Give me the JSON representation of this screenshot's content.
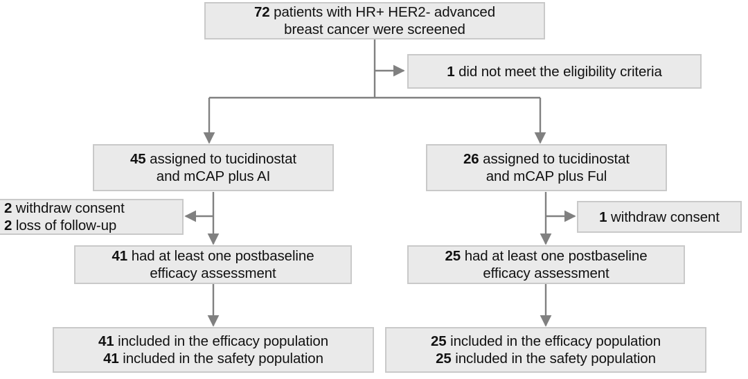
{
  "figure": {
    "type": "flowchart",
    "title": "CONSORT-style patient disposition flow diagram",
    "colors": {
      "box_fill": "#eaeaea",
      "box_border": "#c9c9c9",
      "connector": "#808080",
      "text": "#111111",
      "background": "#ffffff"
    }
  },
  "nodes": {
    "screened": {
      "line1_number": "72",
      "line1_text": " patients with HR+ HER2- advanced",
      "line2_text": "breast cancer were screened"
    },
    "ineligible": {
      "line1_number": "1",
      "line1_text": " did not meet the eligibility criteria"
    },
    "assigned_left": {
      "line1_number": "45",
      "line1_text": " assigned to tucidinostat",
      "line2_text": "and mCAP plus AI"
    },
    "assigned_right": {
      "line1_number": "26",
      "line1_text": " assigned to tucidinostat",
      "line2_text": "and mCAP plus Ful"
    },
    "dropout_left": {
      "line1_number": "2",
      "line1_text": " withdraw consent",
      "line2_number": "2",
      "line2_text": " loss of follow-up"
    },
    "dropout_right": {
      "line1_number": "1",
      "line1_text": " withdraw consent"
    },
    "postbaseline_left": {
      "line1_number": "41",
      "line1_text": " had at least one postbaseline",
      "line2_text": "efficacy assessment"
    },
    "postbaseline_right": {
      "line1_number": "25",
      "line1_text": " had at least one postbaseline",
      "line2_text": "efficacy assessment"
    },
    "population_left": {
      "line1_number": "41",
      "line1_text": " included in the efficacy population",
      "line2_number": "41",
      "line2_text": " included in the safety population"
    },
    "population_right": {
      "line1_number": "25",
      "line1_text": " included in the efficacy population",
      "line2_number": "25",
      "line2_text": " included in the safety population"
    }
  }
}
